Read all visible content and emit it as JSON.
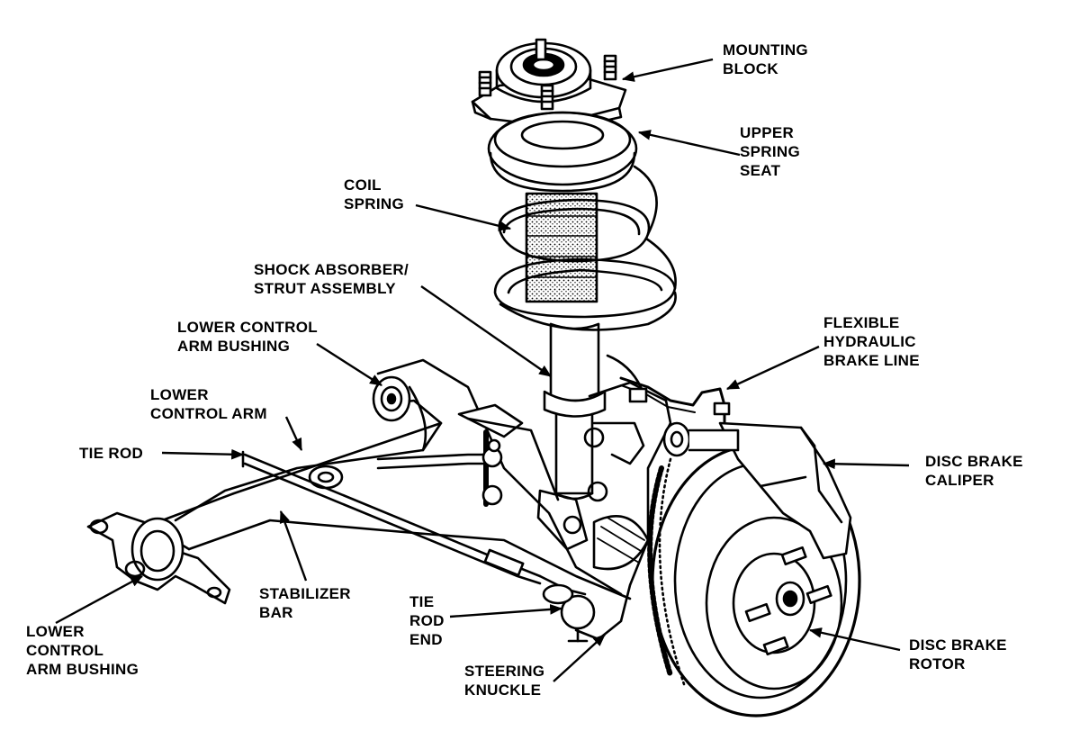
{
  "labels": {
    "mounting_block": [
      "MOUNTING",
      "BLOCK"
    ],
    "upper_spring_seat": [
      "UPPER",
      "SPRING",
      "SEAT"
    ],
    "coil_spring": [
      "COIL",
      "SPRING"
    ],
    "shock_absorber": [
      "SHOCK ABSORBER/",
      "STRUT ASSEMBLY"
    ],
    "lower_control_arm_bushing_top": [
      "LOWER CONTROL",
      "ARM BUSHING"
    ],
    "lower_control_arm": [
      "LOWER",
      "CONTROL ARM"
    ],
    "tie_rod": [
      "TIE ROD"
    ],
    "flexible_brake_line": [
      "FLEXIBLE",
      "HYDRAULIC",
      "BRAKE LINE"
    ],
    "disc_brake_caliper": [
      "DISC BRAKE",
      "CALIPER"
    ],
    "stabilizer_bar": [
      "STABILIZER",
      "BAR"
    ],
    "tie_rod_end": [
      "TIE",
      "ROD",
      "END"
    ],
    "lower_control_arm_bushing_bottom": [
      "LOWER",
      "CONTROL",
      "ARM BUSHING"
    ],
    "steering_knuckle": [
      "STEERING",
      "KNUCKLE"
    ],
    "disc_brake_rotor": [
      "DISC BRAKE",
      "ROTOR"
    ]
  },
  "colors": {
    "ink": "#000000",
    "paper": "#ffffff"
  }
}
